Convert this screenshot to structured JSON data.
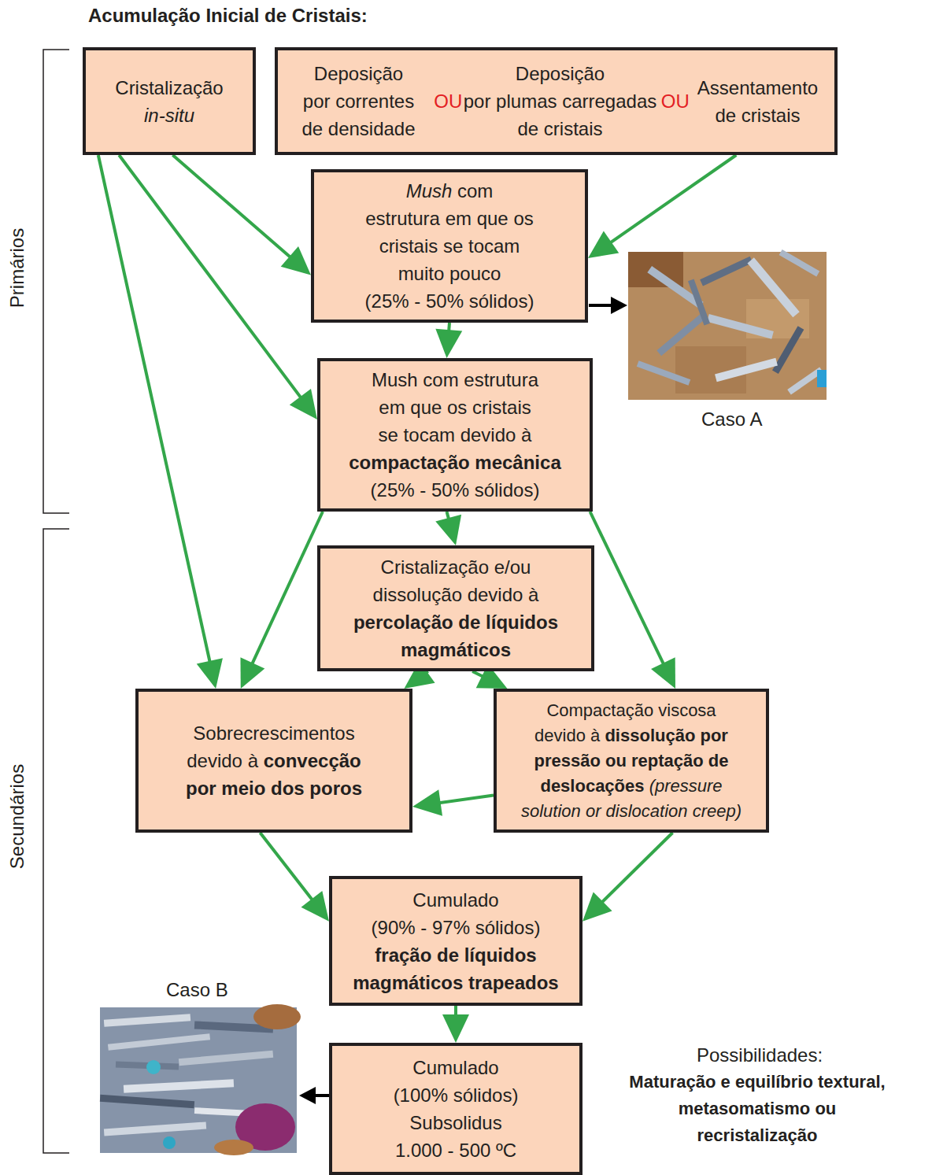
{
  "diagram": {
    "title": "Acumulação Inicial de Cristais:",
    "nodes": [
      {
        "text": [
          "Cristalização in-situ"
        ]
      },
      {
        "text": [
          "Deposição por correntes de densidade",
          "OU",
          "Deposição por plumas carregadas de cristais",
          "OU",
          "Assentamento de cristais"
        ]
      },
      {
        "text": [
          "Mush com estrutura em que os cristais se tocam muito pouco (25% - 50% sólidos)"
        ]
      },
      {
        "text": [
          "Mush com estrutura em que os cristais se tocam devido à compactação mecânica (25% - 50% sólidos)"
        ]
      },
      {
        "text": [
          "Cristalização e/ou dissolução devido à percolação de líquidos magmáticos"
        ]
      },
      {
        "text": [
          "Sobrecrescimentos devido à convecção por meio dos poros"
        ]
      },
      {
        "text": [
          "Compactação viscosa devido à dissolução por pressão ou reptação de deslocações (pressure solution or dislocation creep)"
        ]
      },
      {
        "text": [
          "Cumulado (90% - 97% sólidos) fração de líquidos magmáticos trapeados"
        ]
      },
      {
        "text": [
          "Cumulado (100% sólidos) Subsolidus 1.000 - 500 ºC"
        ]
      }
    ],
    "edges": [
      {
        "from": 0,
        "to": 2,
        "arrow": "to"
      },
      {
        "from": 0,
        "to": 3,
        "arrow": "to"
      },
      {
        "from": 0,
        "to": 5,
        "arrow": "to"
      },
      {
        "from": 1,
        "to": 2,
        "arrow": "to"
      },
      {
        "from": 2,
        "to": 3,
        "arrow": "to"
      },
      {
        "from": 3,
        "to": 4,
        "arrow": "to"
      },
      {
        "from": 3,
        "to": 5,
        "arrow": "to"
      },
      {
        "from": 3,
        "to": 6,
        "arrow": "to"
      },
      {
        "from": 4,
        "to": 5,
        "arrow": "to"
      },
      {
        "from": 4,
        "to": 6,
        "arrow": "to"
      },
      {
        "from": 6,
        "to": 5,
        "arrow": "to"
      },
      {
        "from": 5,
        "to": 7,
        "arrow": "to"
      },
      {
        "from": 6,
        "to": 7,
        "arrow": "to"
      },
      {
        "from": 7,
        "to": 8,
        "arrow": "to"
      }
    ],
    "labels": [
      "Primários",
      "Caso A",
      "Secundários",
      "Caso B",
      "Possibilidades:",
      "Maturação e equilíbrio textural, metasomatismo ou recristalização"
    ]
  }
}
